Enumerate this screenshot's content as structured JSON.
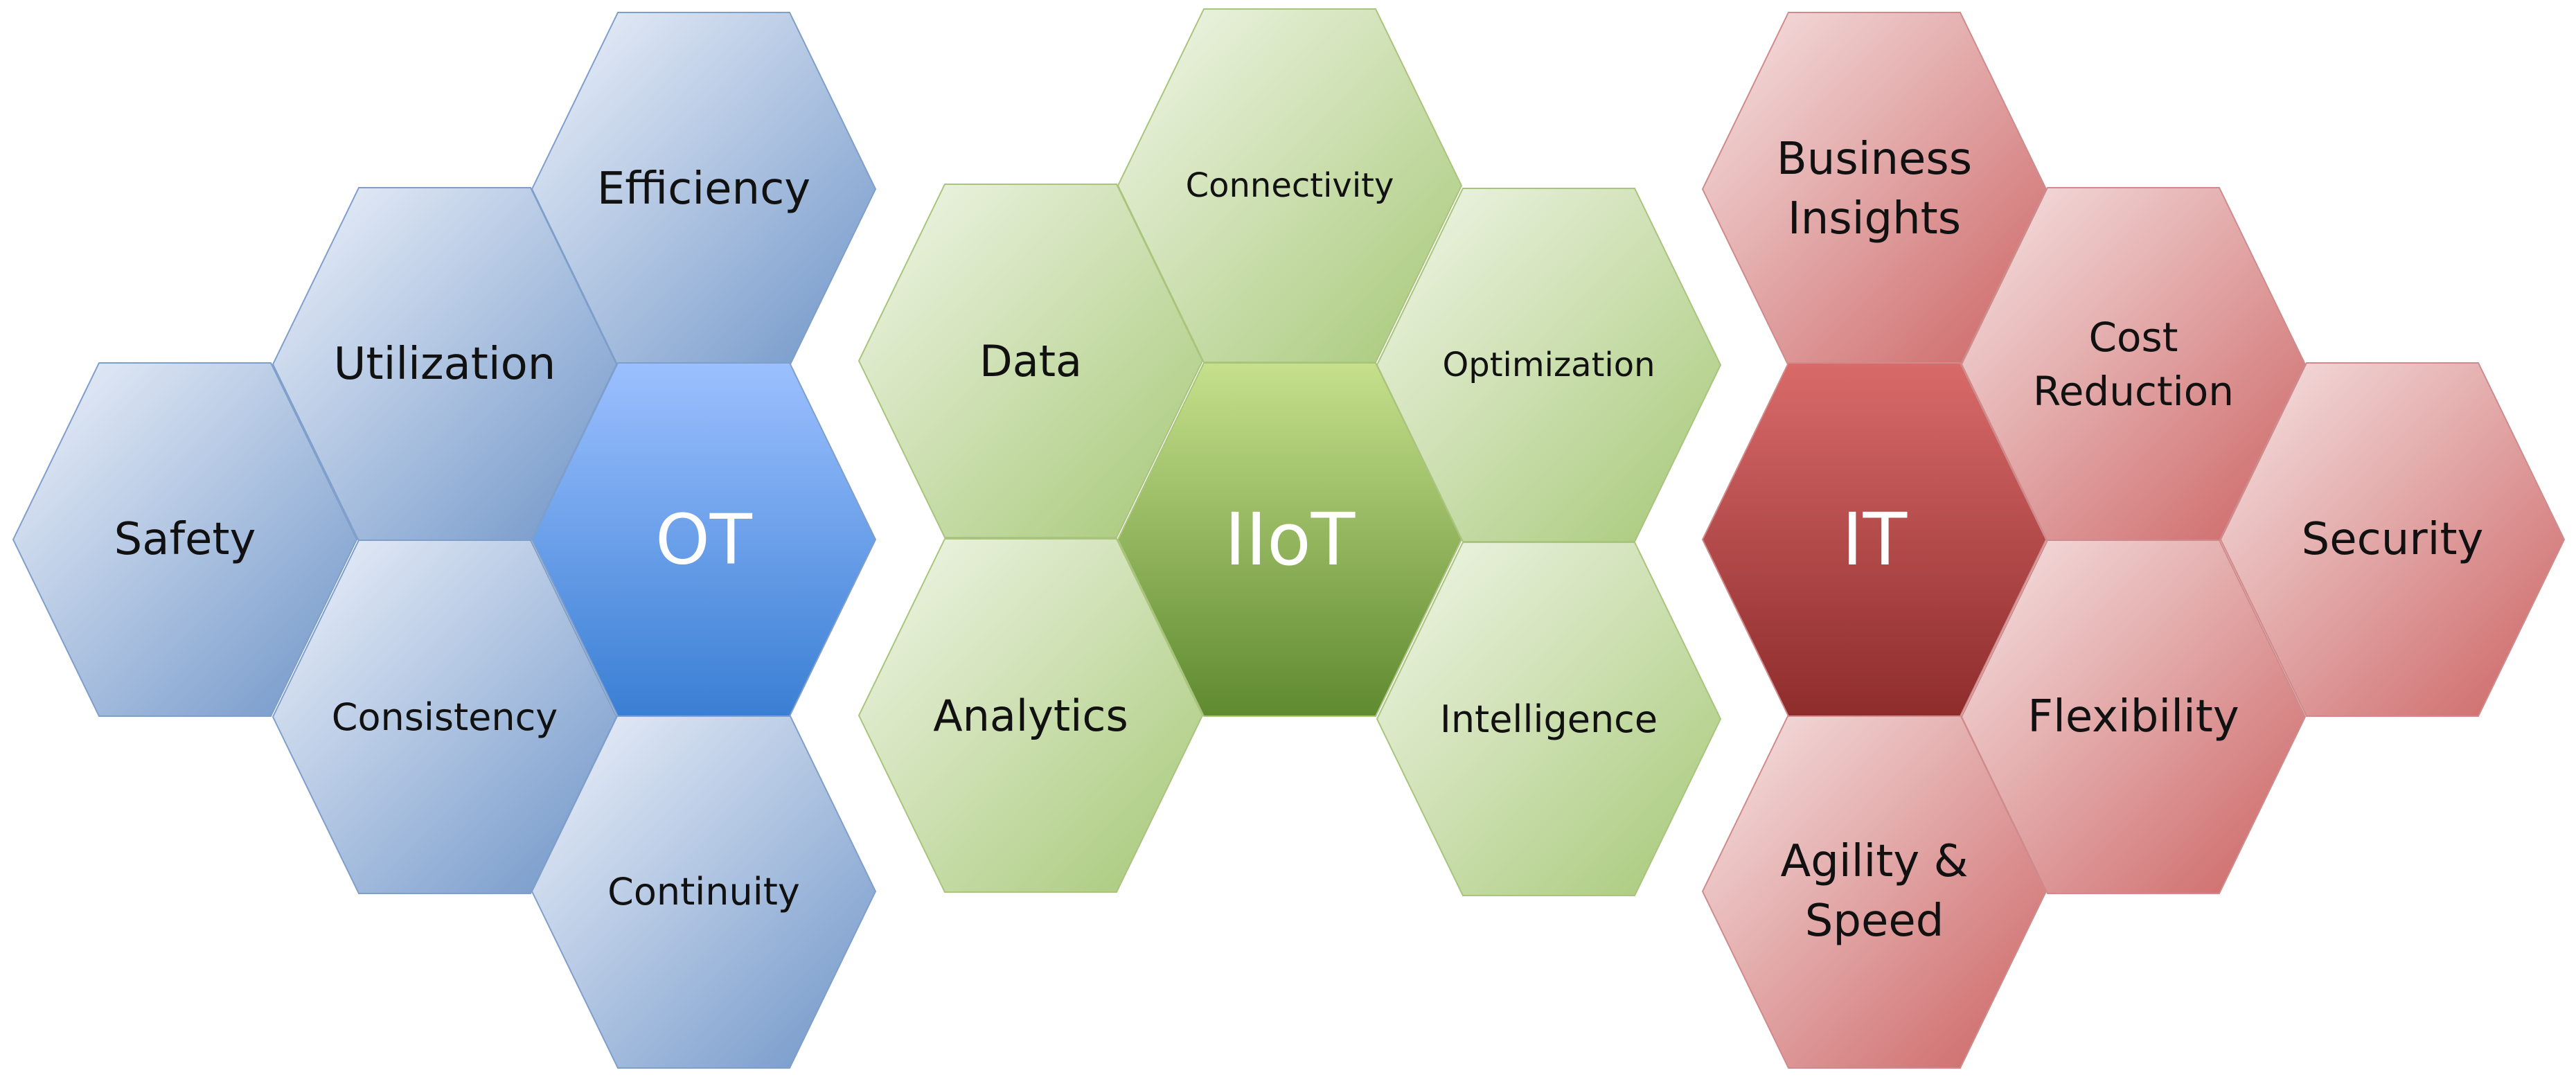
{
  "groups": [
    {
      "id": "ot",
      "colors": {
        "stroke": "#7f9fcb",
        "center_light": "#9cc0ff",
        "center_dark": "#3a7fd4",
        "petal_light": "#eef2fa",
        "petal_dark": "#6f95c8"
      },
      "center": {
        "label": "OT"
      },
      "petals": [
        {
          "id": "efficiency",
          "lines": [
            "Efficiency"
          ]
        },
        {
          "id": "utilization",
          "lines": [
            "Utilization"
          ]
        },
        {
          "id": "safety",
          "lines": [
            "Safety"
          ]
        },
        {
          "id": "consistency",
          "lines": [
            "Consistency"
          ]
        },
        {
          "id": "continuity",
          "lines": [
            "Continuity"
          ]
        }
      ]
    },
    {
      "id": "iiot",
      "colors": {
        "stroke": "#a9c47c",
        "center_light": "#c6e08c",
        "center_dark": "#5f8a2f",
        "petal_light": "#f1f6e8",
        "petal_dark": "#a6c877"
      },
      "center": {
        "label": "IIoT"
      },
      "petals": [
        {
          "id": "connectivity",
          "lines": [
            "Connectivity"
          ]
        },
        {
          "id": "data",
          "lines": [
            "Data"
          ]
        },
        {
          "id": "optimization",
          "lines": [
            "Optimization"
          ]
        },
        {
          "id": "analytics",
          "lines": [
            "Analytics"
          ]
        },
        {
          "id": "intelligence",
          "lines": [
            "Intelligence"
          ]
        }
      ]
    },
    {
      "id": "it",
      "colors": {
        "stroke": "#cf8b8b",
        "center_light": "#d96a6a",
        "center_dark": "#8e2c2c",
        "petal_light": "#f6e4e4",
        "petal_dark": "#cc6363"
      },
      "center": {
        "label": "IT"
      },
      "petals": [
        {
          "id": "business-insights",
          "lines": [
            "Business",
            "Insights"
          ]
        },
        {
          "id": "cost-reduction",
          "lines": [
            "Cost",
            "Reduction"
          ]
        },
        {
          "id": "security",
          "lines": [
            "Security"
          ]
        },
        {
          "id": "flexibility",
          "lines": [
            "Flexibility"
          ]
        },
        {
          "id": "agility-speed",
          "lines": [
            "Agility &",
            "Speed"
          ]
        }
      ]
    }
  ]
}
